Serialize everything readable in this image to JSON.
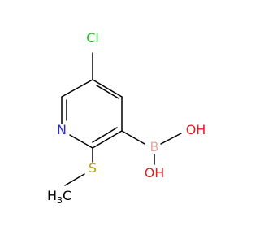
{
  "molecule": {
    "atoms": {
      "cl": "Cl",
      "n": "N",
      "b": "B",
      "oh_top": "OH",
      "oh_bottom": "OH",
      "s": "S",
      "ch3_main": "H",
      "ch3_sub": "3",
      "ch3_c": "C"
    },
    "colors": {
      "bond": "#000000",
      "cl": "#1fbf1f",
      "n": "#2b2bd6",
      "b": "#e8a7a0",
      "o": "#e02020",
      "s": "#b8a000",
      "c": "#000000"
    }
  }
}
